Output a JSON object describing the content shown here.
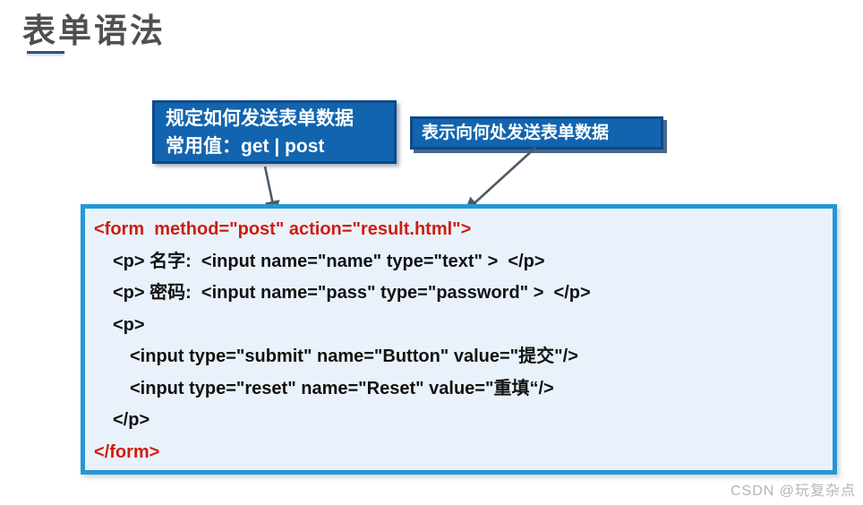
{
  "title": {
    "text": "表单语法"
  },
  "callouts": {
    "method": {
      "line1": "规定如何发送表单数据",
      "line2": "常用值：get | post"
    },
    "action": {
      "line1": "表示向何处发送表单数据"
    }
  },
  "code_block": {
    "lines": [
      {
        "text": "<form  method=\"post\" action=\"result.html\">",
        "tone": "red",
        "indent": 0
      },
      {
        "text": "<p> 名字:  <input name=\"name\" type=\"text\" >  </p>",
        "tone": "dark",
        "indent": 1
      },
      {
        "text": "<p> 密码:  <input name=\"pass\" type=\"password\" >  </p>",
        "tone": "dark",
        "indent": 1
      },
      {
        "text": "<p>",
        "tone": "dark",
        "indent": 1
      },
      {
        "text": "<input type=\"submit\" name=\"Button\" value=\"提交\"/>",
        "tone": "dark",
        "indent": 2
      },
      {
        "text": "<input type=\"reset\" name=\"Reset\" value=\"重填“/>",
        "tone": "dark",
        "indent": 2
      },
      {
        "text": "</p>",
        "tone": "dark",
        "indent": 1
      },
      {
        "text": "</form>",
        "tone": "red",
        "indent": 0
      }
    ]
  },
  "watermark": {
    "text": "CSDN @玩复杂点"
  },
  "colors": {
    "title_text": "#4f4f4f",
    "title_underline": "#31507f",
    "callout_bg": "#1264af",
    "callout_border": "#0d4a8a",
    "code_border": "#2498d5",
    "code_bg": "#e9f2fa",
    "code_red": "#cf1d10",
    "code_dark": "#121212",
    "arrow": "#4e5a68",
    "watermark": "#b5b5b5"
  }
}
